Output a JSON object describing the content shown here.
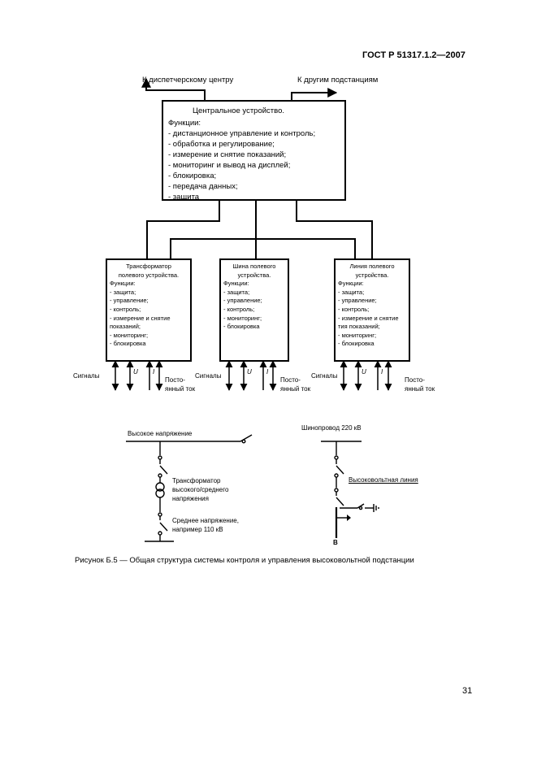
{
  "header": {
    "standard": "ГОСТ Р 51317.1.2—2007"
  },
  "diagram": {
    "top_labels": {
      "dispatch": "К диспетчерскому центру",
      "other_substations": "К другим подстанциям"
    },
    "central": {
      "title": "Центральное устройство.",
      "functions_heading": "Функции:",
      "items": [
        "- дистанционное управление и контроль;",
        "- обработка и регулирование;",
        "- измерение и снятие показаний;",
        "- мониторинг и вывод на дисплей;",
        "- блокировка;",
        "- передача данных;",
        "- защита"
      ]
    },
    "field_units": [
      {
        "title_line1": "Трансформатор",
        "title_line2": "полевого устройства.",
        "functions_heading": "Функции:",
        "items": [
          "- защита;",
          "- управление;",
          "- контроль;",
          "- измерение и снятие",
          "показаний;",
          "- мониторинг;",
          "- блокировка"
        ]
      },
      {
        "title_line1": "Шина полевого",
        "title_line2": "устройства.",
        "functions_heading": "Функции:",
        "items": [
          "- защита;",
          "- управление;",
          "- контроль;",
          "- мониторинг;",
          "- блокировка"
        ]
      },
      {
        "title_line1": "Линия полевого",
        "title_line2": "устройства.",
        "functions_heading": "Функции:",
        "items": [
          "- защита;",
          "- управление;",
          "- контроль;",
          "- измерение и снятие",
          "тия показаний;",
          "- мониторинг;",
          "- блокировка"
        ]
      }
    ],
    "io_labels": {
      "signals": "Сигналы",
      "voltage": "U",
      "current": "I",
      "dc_line1": "Посто-",
      "dc_line2": "янный ток"
    },
    "schematic_left": {
      "high_voltage": "Высокое напряжение",
      "transformer_line1": "Трансформатор",
      "transformer_line2": "высокого/среднего",
      "transformer_line3": "напряжения",
      "medium_line1": "Среднее напряжение,",
      "medium_line2": "например 110 кВ"
    },
    "schematic_right": {
      "busbar": "Шинопровод 220 кВ",
      "hv_line": "Высоковольтная линия",
      "node": "B"
    }
  },
  "caption": "Рисунок Б.5 — Общая структура системы контроля и управления высоковольтной подстанции",
  "page_number": "31"
}
